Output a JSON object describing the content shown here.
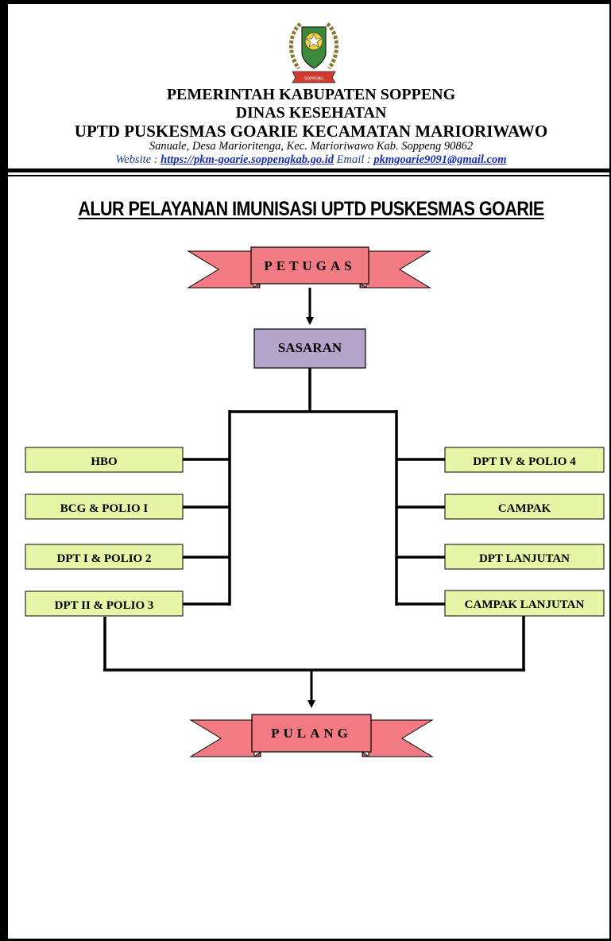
{
  "header": {
    "line1": "PEMERINTAH KABUPATEN SOPPENG",
    "line2": "DINAS KESEHATAN",
    "line3": "UPTD PUSKESMAS GOARIE KECAMATAN MARIORIWAWO",
    "address": "Sanuale, Desa Marioritenga, Kec. Marioriwawo Kab. Soppeng 90862",
    "website_label": "Website : ",
    "website_url": "https://pkm-goarie.soppengkab.go.id",
    "email_label": " Email : ",
    "email": "pkmgoarie9091@gmail.com",
    "logo_text": "SOPPENG"
  },
  "title": "ALUR PELAYANAN IMUNISASI UPTD PUSKESMAS GOARIE",
  "flow": {
    "start": "PETUGAS",
    "target": "SASARAN",
    "left_items": [
      "HBO",
      "BCG & POLIO I",
      "DPT I & POLIO 2",
      "DPT II & POLIO 3"
    ],
    "right_items": [
      "DPT IV & POLIO 4",
      "CAMPAK",
      "DPT LANJUTAN",
      "CAMPAK LANJUTAN"
    ],
    "end": "PULANG"
  },
  "colors": {
    "ribbon": "#f27a82",
    "target_box": "#b4a4c9",
    "item_box": "#e7f5a6",
    "link": "#1a2fb8"
  }
}
